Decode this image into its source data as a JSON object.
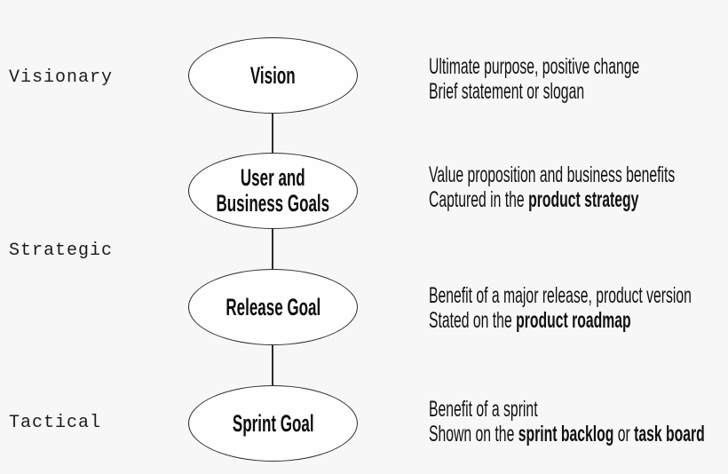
{
  "colors": {
    "background": "#f7f7f7",
    "stroke": "#2b2b2b",
    "node_fill": "#fefefe",
    "text": "#111111"
  },
  "levels": [
    {
      "label": "Visionary"
    },
    {
      "label": "Strategic"
    },
    {
      "label": "Tactical"
    }
  ],
  "nodes": [
    {
      "label1": "Vision",
      "d1s1": "Ultimate purpose, positive change",
      "d2s1": "Brief statement or slogan"
    },
    {
      "label1": "User and",
      "label2": "Business Goals",
      "d1s1": "Value proposition and business benefits",
      "d2s1": "Captured in the ",
      "d2s2": "product strategy"
    },
    {
      "label1": "Release Goal",
      "d1s1": "Benefit of a major release, product version",
      "d2s1": "Stated on the ",
      "d2s2": "product roadmap"
    },
    {
      "label1": "Sprint Goal",
      "d1s1": "Benefit of a sprint",
      "d2s1": "Shown on the ",
      "d2s2": "sprint backlog",
      "d2s3": " or ",
      "d2s4": "task board"
    }
  ]
}
